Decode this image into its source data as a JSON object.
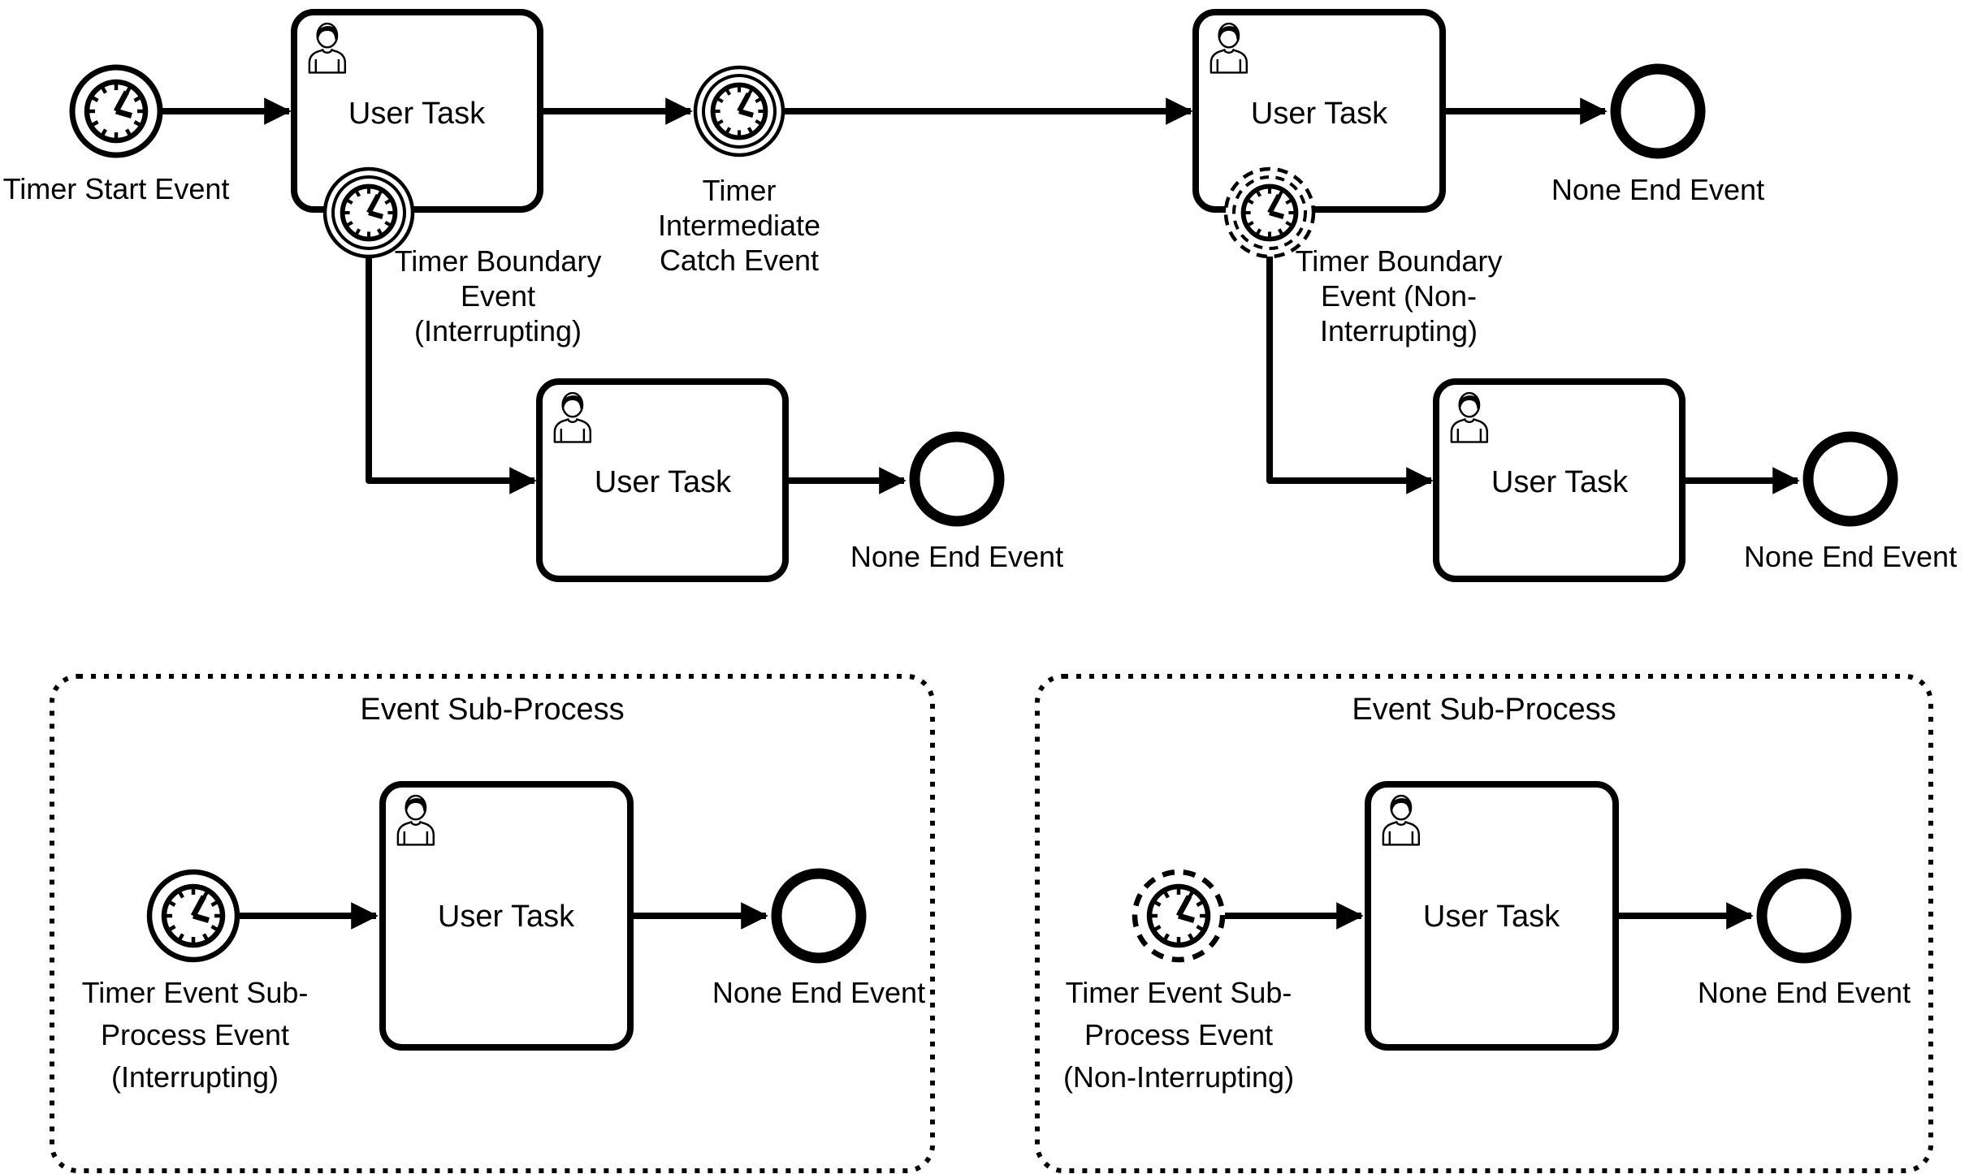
{
  "colors": {
    "stroke": "#000000",
    "background": "#ffffff"
  },
  "labels": {
    "timer_start_event": "Timer Start Event",
    "user_task": "User Task",
    "none_end_event": "None End Event",
    "event_sub_process": "Event Sub-Process",
    "timer_intermediate_catch_event": {
      "lines": [
        "Timer",
        "Intermediate",
        "Catch Event"
      ]
    },
    "timer_boundary_interrupting": {
      "lines": [
        "Timer Boundary",
        "Event",
        "(Interrupting)"
      ]
    },
    "timer_boundary_non_interrupting": {
      "lines": [
        "Timer Boundary",
        "Event (Non-",
        "Interrupting)"
      ]
    },
    "timer_sub_process_interrupting": {
      "lines": [
        "Timer Event Sub-",
        "Process Event",
        "(Interrupting)"
      ]
    },
    "timer_sub_process_non_interrupting": {
      "lines": [
        "Timer Event Sub-",
        "Process Event",
        "(Non-Interrupting)"
      ]
    }
  },
  "icons": {
    "timer": "clock-icon",
    "user_task": "person-icon"
  }
}
